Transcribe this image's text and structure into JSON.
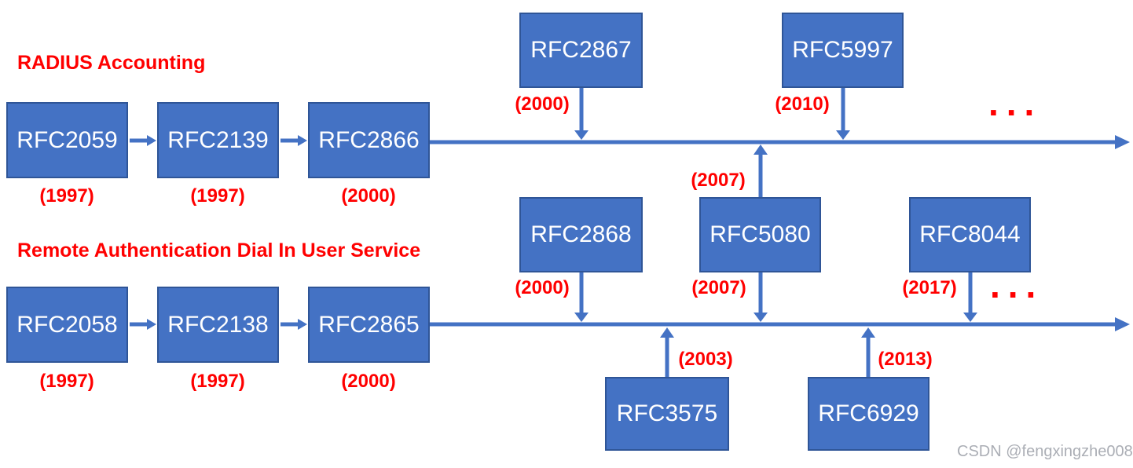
{
  "colors": {
    "box_fill": "#4472C4",
    "box_border": "#2F5597",
    "box_text": "#FFFFFF",
    "arrow": "#4472C4",
    "label_red": "#FF0000",
    "watermark_gray": "#ABAEB5"
  },
  "accounting": {
    "title": "RADIUS Accounting",
    "chain": [
      {
        "rfc": "RFC2059",
        "year": "(1997)"
      },
      {
        "rfc": "RFC2139",
        "year": "(1997)"
      },
      {
        "rfc": "RFC2866",
        "year": "(2000)"
      }
    ],
    "updates_above": [
      {
        "rfc": "RFC2867",
        "year": "(2000)"
      },
      {
        "rfc": "RFC5997",
        "year": "(2010)"
      }
    ],
    "updates_below": [
      {
        "rfc": "RFC5080",
        "year": "(2007)"
      }
    ],
    "ellipsis": "..."
  },
  "radius": {
    "title": "Remote Authentication Dial In User Service",
    "chain": [
      {
        "rfc": "RFC2058",
        "year": "(1997)"
      },
      {
        "rfc": "RFC2138",
        "year": "(1997)"
      },
      {
        "rfc": "RFC2865",
        "year": "(2000)"
      }
    ],
    "updates_above": [
      {
        "rfc": "RFC2868",
        "year": "(2000)"
      },
      {
        "rfc": "RFC5080",
        "year": "(2007)"
      },
      {
        "rfc": "RFC8044",
        "year": "(2017)"
      }
    ],
    "updates_below": [
      {
        "rfc": "RFC3575",
        "year": "(2003)"
      },
      {
        "rfc": "RFC6929",
        "year": "(2013)"
      }
    ],
    "ellipsis": "..."
  },
  "watermark": "CSDN @fengxingzhe008"
}
